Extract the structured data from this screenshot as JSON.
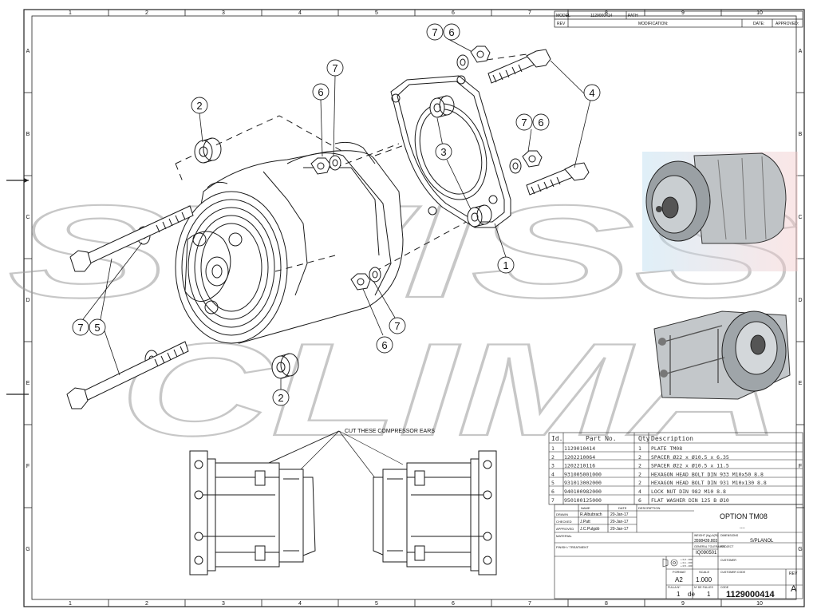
{
  "grid": {
    "columns": [
      "1",
      "2",
      "3",
      "4",
      "5",
      "6",
      "7",
      "8",
      "9",
      "10"
    ],
    "rows": [
      "A",
      "B",
      "C",
      "D",
      "E",
      "F",
      "G"
    ]
  },
  "revision_box": {
    "model_label": "MODEL",
    "model_value": "1129000414",
    "path_label": "PATH",
    "rev_label": "REV",
    "modification_label": "MODIFICATION:",
    "date_label": "DATE:",
    "approved_label": "APPROVED:"
  },
  "callouts": [
    "1",
    "2",
    "2",
    "3",
    "4",
    "5",
    "6",
    "6",
    "6",
    "6",
    "7",
    "7",
    "7",
    "7",
    "7"
  ],
  "annotation": "CUT THESE COMPRESSOR EARS",
  "watermark_lines": [
    "SWISS",
    "CLIMA"
  ],
  "bom": {
    "headers": [
      "Id.",
      "Part No.",
      "Qty.",
      "Description"
    ],
    "rows": [
      [
        "1",
        "1129010414",
        "1",
        "PLATE TM08"
      ],
      [
        "2",
        "1202210064",
        "2",
        "SPACER Ø22 x Ø10.5 x 6.35"
      ],
      [
        "3",
        "1202210116",
        "2",
        "SPACER Ø22 x Ø10.5 x 11.5"
      ],
      [
        "4",
        "931005001000",
        "2",
        "HEXAGON HEAD BOLT DIN 933 M10x50 8.8"
      ],
      [
        "5",
        "931013002000",
        "2",
        "HEXAGON HEAD BOLT DIN 931 M10x130 8.8"
      ],
      [
        "6",
        "940100982000",
        "4",
        "LOCK NUT DIN 982 M10 8.8"
      ],
      [
        "7",
        "950100125000",
        "6",
        "FLAT WASHER DIN 125 B Ø10"
      ]
    ]
  },
  "title_block": {
    "name_label": "NAME",
    "date_label": "DATE",
    "description_label": "DESCRIPTION",
    "drawn_label": "DRAWN",
    "drawn_name": "R.Albubrach",
    "drawn_date": "20-Jan-17",
    "checked_label": "CHECKED",
    "checked_name": "J.Patt",
    "checked_date": "20-Jan-17",
    "approved_label": "APPROVED",
    "approved_name": "J.C.Pulgdó",
    "approved_date": "20-Jan-17",
    "title": "OPTION TM08",
    "title_sub": "----",
    "material_label": "MATERIAL",
    "finish_label": "FINISH / TREATMENT",
    "weight_label": "WEIGHT (Kg) 6(Fil)",
    "weight_value": "3598439.803",
    "tolerance_label": "GENERAL TOLERANCE",
    "tolerance_value": "IQ090501",
    "dimensions_label": "DIMENSIONS",
    "dimensions_value": "S/PLANOL",
    "project_label": "PROJECT",
    "customer_label": "CUSTOMER",
    "customer_code_label": "CUSTOMER CODE",
    "tol_rows": [
      "+ 0,3 - 100",
      "+ 0,1 - 100",
      "+ 0,5 - 100"
    ],
    "format_label": "FORMAT",
    "format_value": "A2",
    "scale_label": "SCALE",
    "scale_value": "1.000",
    "sheet_label": "FULLA Nº",
    "sheet_of_label": "Nº DE FULLES",
    "sheet_value": "1",
    "sheet_de": "de",
    "sheet_total": "1",
    "code_label": "CODE",
    "code_value": "1129000414",
    "rev_label": "REV",
    "rev_value": "A"
  }
}
